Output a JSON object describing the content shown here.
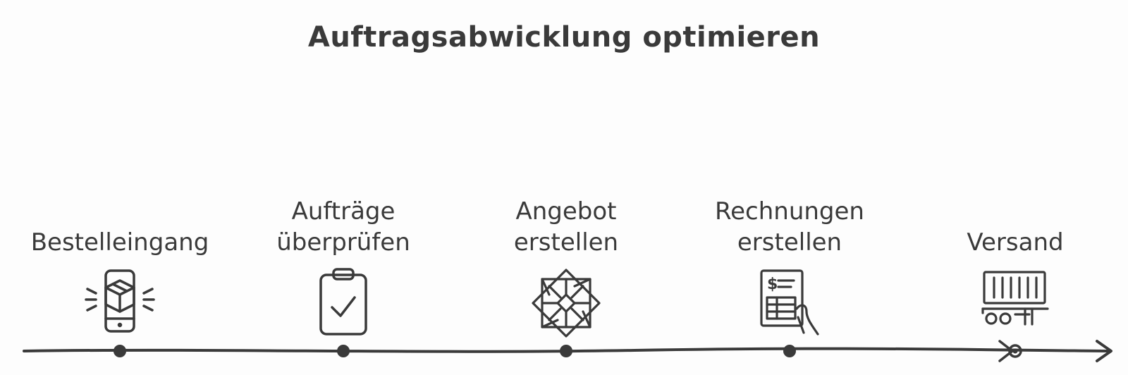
{
  "title": "Auftragsabwicklung optimieren",
  "steps": [
    {
      "lines": [
        "Bestelleingang"
      ],
      "icon": "phone-package-icon"
    },
    {
      "lines": [
        "Aufträge",
        "überprüfen"
      ],
      "icon": "clipboard-check-icon"
    },
    {
      "lines": [
        "Angebot",
        "erstellen"
      ],
      "icon": "geometric-star-icon"
    },
    {
      "lines": [
        "Rechnungen",
        "erstellen"
      ],
      "icon": "invoice-hand-icon"
    },
    {
      "lines": [
        "Versand"
      ],
      "icon": "shipping-container-icon"
    }
  ],
  "colors": {
    "ink": "#3a3a3a",
    "background": "#fdfdfd"
  }
}
